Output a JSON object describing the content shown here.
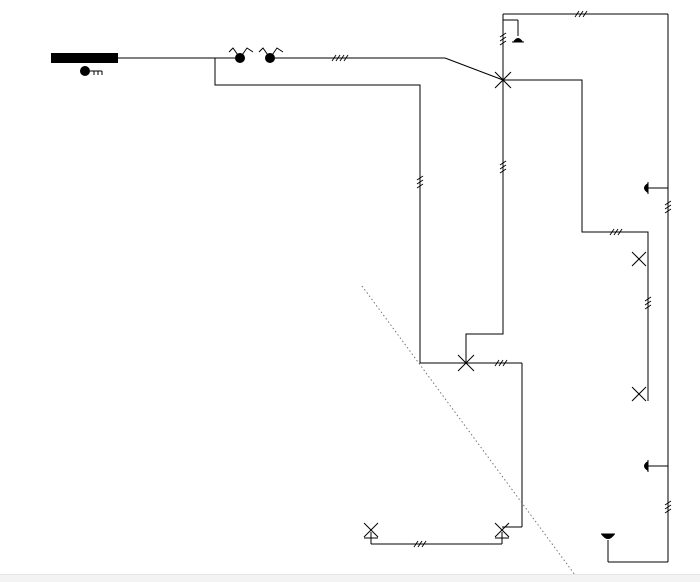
{
  "diagram": {
    "kind": "electrical-wiring-plan",
    "colors": {
      "line": "#000000",
      "background": "#ffffff",
      "guide": "#777777",
      "bottom_strip": "#f3f3f3"
    },
    "symbols": [
      "distribution-panel",
      "ground",
      "switch-double",
      "ceiling-light",
      "wall-light",
      "socket"
    ],
    "wires": [
      {
        "conductors": 4
      },
      {
        "conductors": 3
      },
      {
        "conductors": 3
      },
      {
        "conductors": 3
      },
      {
        "conductors": 3
      },
      {
        "conductors": 3
      },
      {
        "conductors": 3
      },
      {
        "conductors": 3
      },
      {
        "conductors": 3
      },
      {
        "conductors": 3
      },
      {
        "conductors": 3
      },
      {
        "conductors": 3
      }
    ]
  }
}
